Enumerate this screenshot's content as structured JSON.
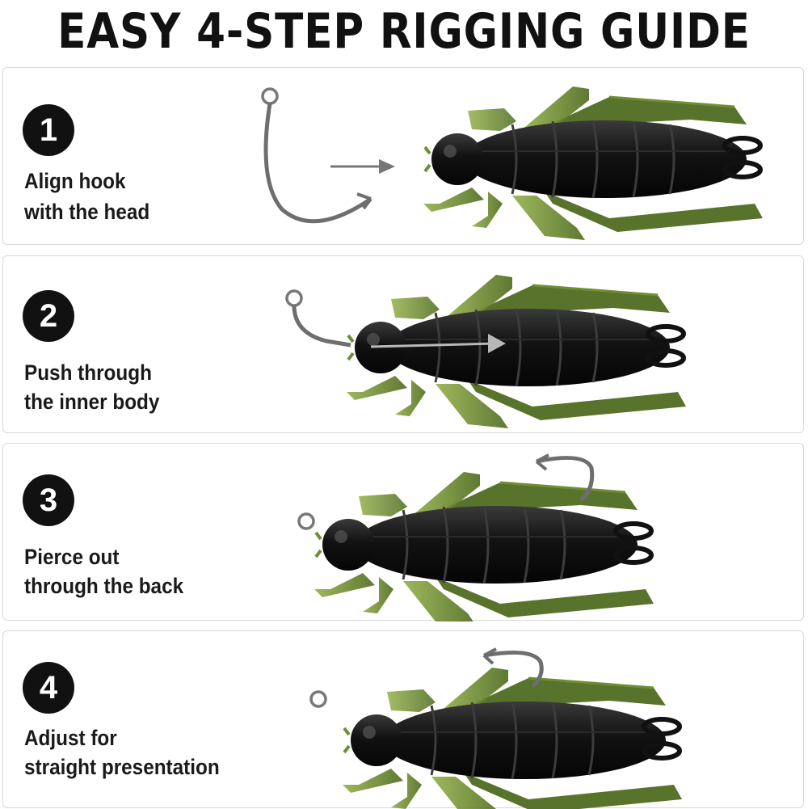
{
  "title": "EASY 4-STEP RIGGING GUIDE",
  "steps": [
    {
      "number": "1",
      "line1": "Align hook",
      "line2": "with the head"
    },
    {
      "number": "2",
      "line1": "Push through",
      "line2": "the inner body"
    },
    {
      "number": "3",
      "line1": "Pierce out",
      "line2": "through the back"
    },
    {
      "number": "4",
      "line1": "Adjust for",
      "line2": "straight presentation"
    }
  ],
  "colors": {
    "body": "#161616",
    "legs": "#5c7a25",
    "hook": "#7a7a7a",
    "text": "#111111"
  }
}
